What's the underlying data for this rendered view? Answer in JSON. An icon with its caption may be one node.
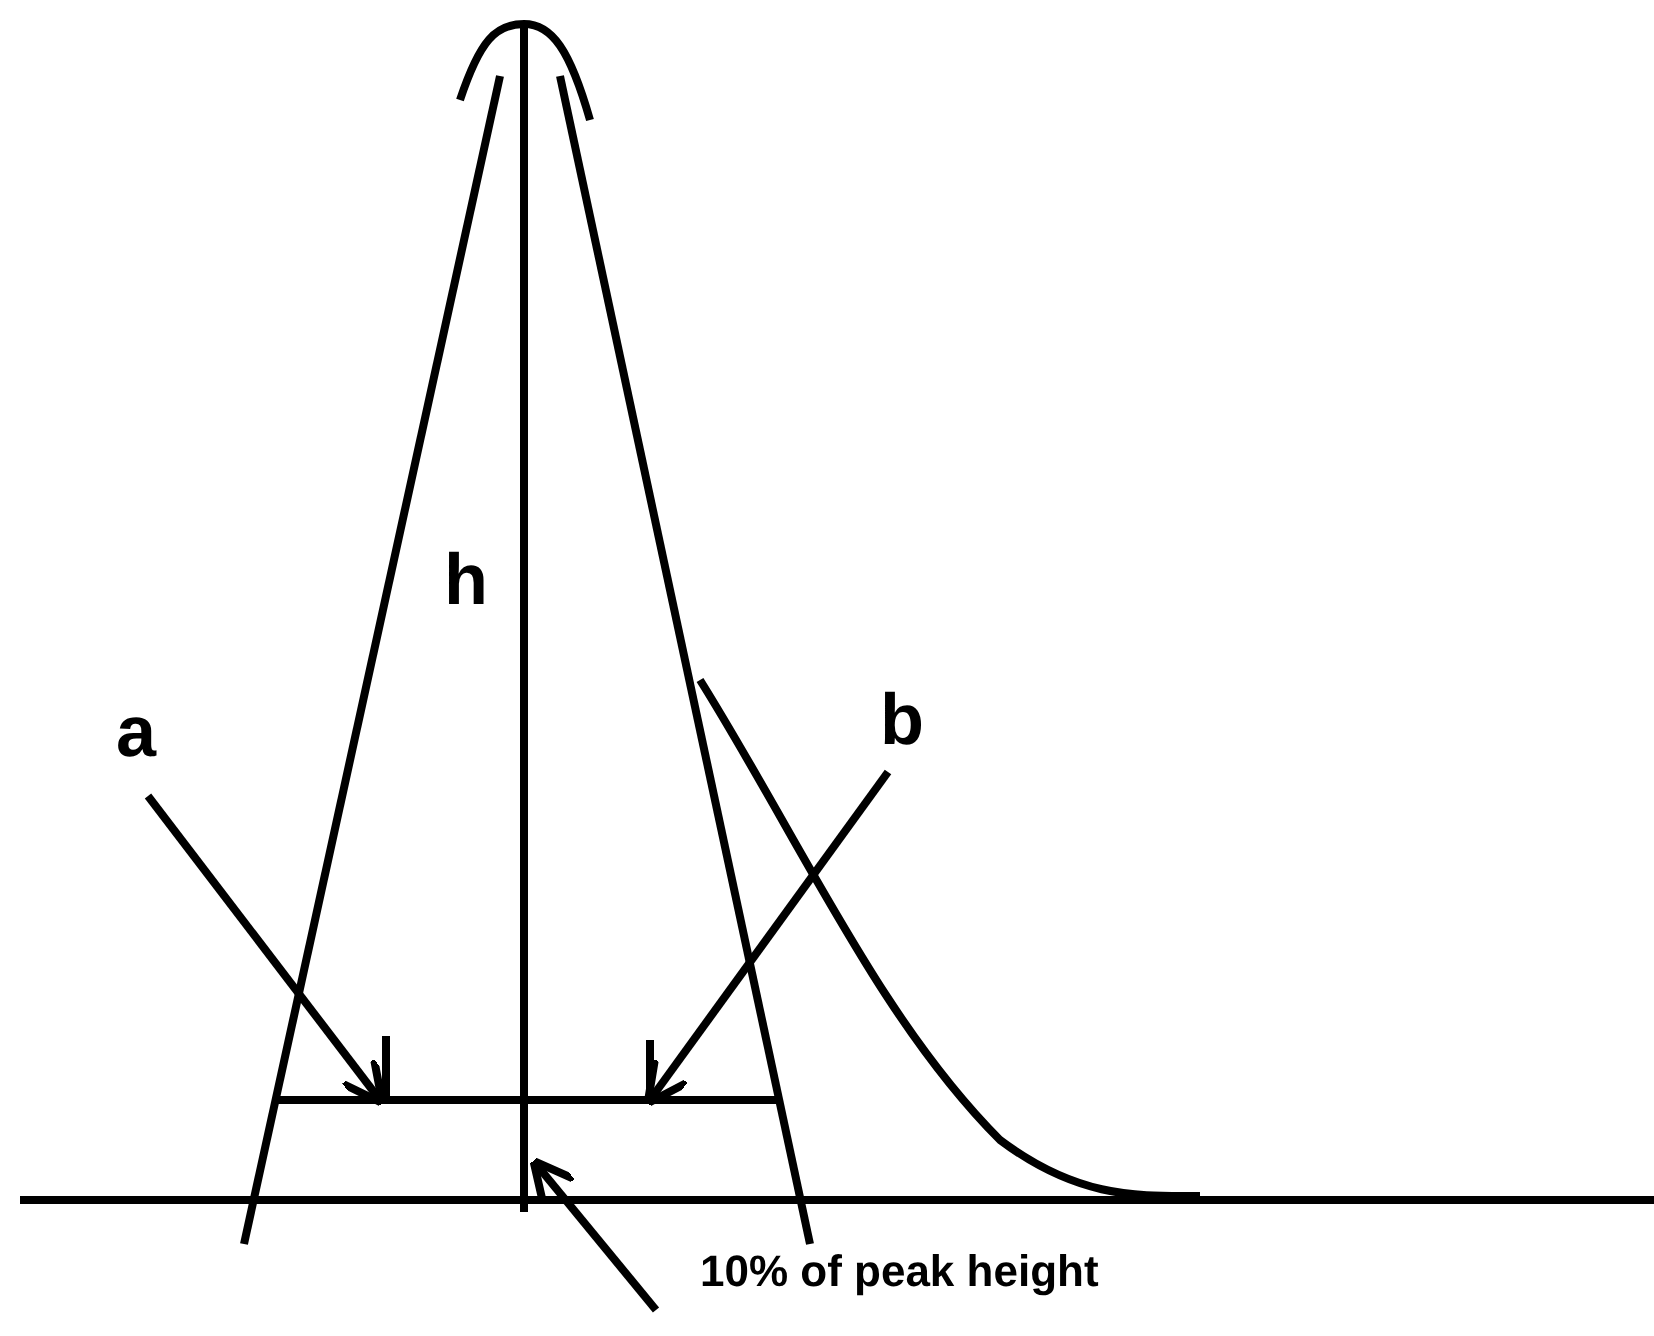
{
  "diagram": {
    "nodes": [
      {
        "text": [
          "a"
        ]
      },
      {
        "text": [
          "b"
        ]
      },
      {
        "text": [
          "10% of peak height"
        ]
      }
    ],
    "edges": [
      {
        "from": 0,
        "to": null,
        "arrow": "to"
      },
      {
        "from": 1,
        "to": null,
        "arrow": "to"
      },
      {
        "from": 2,
        "to": null,
        "arrow": "to"
      }
    ],
    "labels": [
      "h"
    ]
  }
}
